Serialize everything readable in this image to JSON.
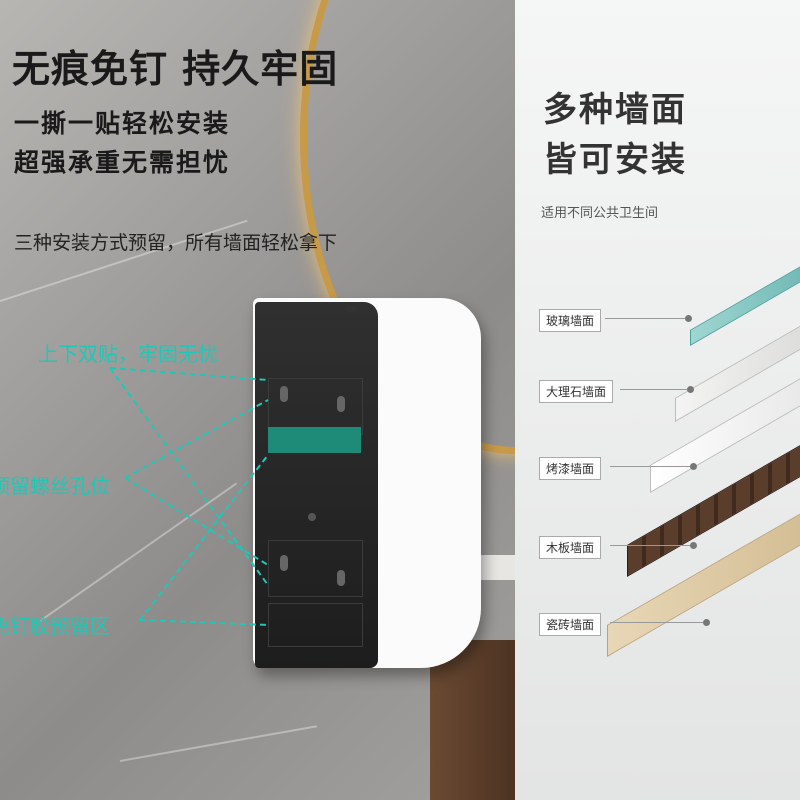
{
  "left": {
    "title": "无痕免钉 持久牢固",
    "line1": "一撕一贴轻松安装",
    "line2": "超强承重无需担忧",
    "desc": "三种安装方式预留，所有墙面轻松拿下",
    "callouts": {
      "double_stick": "上下双贴，牢固无忧",
      "screw_holes": "预留螺丝孔位",
      "glue_area": "免钉胶预留区"
    }
  },
  "right": {
    "title_line1": "多种墙面",
    "title_line2": "皆可安装",
    "note": "适用不同公共卫生间",
    "walls": [
      "玻璃墙面",
      "大理石墙面",
      "烤漆墙面",
      "木板墙面",
      "瓷砖墙面"
    ]
  },
  "colors": {
    "accent": "#1fc7b6",
    "heading": "#1a1a1a",
    "mirror_frame": "#c79a48"
  }
}
